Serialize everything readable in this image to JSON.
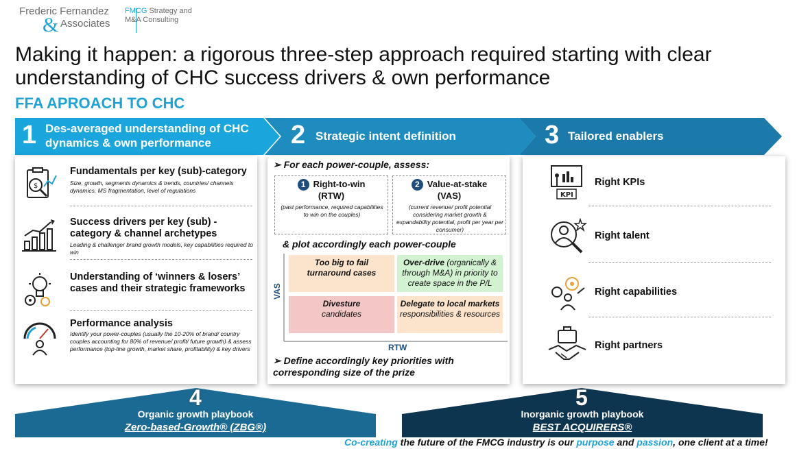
{
  "logo": {
    "line1": "Frederic Fernandez",
    "amp": "&",
    "line2": "Associates",
    "tag_highlight": "FMCG",
    "tag_rest": " Strategy and",
    "tag_line2": "M&A Consulting"
  },
  "title": "Making it happen: a rigorous three-step approach required starting with clear understanding of CHC success drivers & own performance",
  "subtitle": "FFA APROACH TO CHC",
  "steps": [
    {
      "num": "1",
      "label": "Des-averaged understanding of CHC dynamics & own performance"
    },
    {
      "num": "2",
      "label": "Strategic intent definition"
    },
    {
      "num": "3",
      "label": "Tailored enablers"
    }
  ],
  "panel1": {
    "items": [
      {
        "icon": "clipboard-magnifier-icon",
        "head": "Fundamentals per key (sub)-category",
        "desc": "Size, growth, segments dynamics & trends, countries/ channels dynamics, MS fragmentation, level of regulations"
      },
      {
        "icon": "growth-bars-icon",
        "head": "Success drivers per key (sub) -category & channel archetypes",
        "desc": "Leading & challenger brand growth models, key capabilities required to win"
      },
      {
        "icon": "lightbulb-gear-icon",
        "head": "Understanding of ‘winners & losers’ cases and their strategic frameworks",
        "desc": ""
      },
      {
        "icon": "gauge-person-icon",
        "head": "Performance analysis",
        "desc": "Identify your power-couples (usually the 10-20% of brand/ country couples accounting for 80% of revenue/ profit/ future growth) & assess performance (top-line growth, market share, profitability) & key drivers"
      }
    ]
  },
  "panel2": {
    "intro": "For each power-couple, assess:",
    "box1": {
      "num": "1",
      "title1": "Right-to-win",
      "title2": "(RTW)",
      "desc": "(past performance, required capabilities to win on the couples)"
    },
    "box2": {
      "num": "2",
      "title1": "Value-at-stake",
      "title2": "(VAS)",
      "desc": "(current revenue/ profit potential considering market growth & expandability potential, profit per year per consumer)"
    },
    "plot_text": "& plot accordingly each power-couple",
    "y_axis": "VAS",
    "x_axis": "RTW",
    "cells": {
      "top_left_bold": "Too big to fail",
      "top_left_rest": "turnaround cases",
      "top_right_bold": "Over-drive",
      "top_right_rest": " (organically & through M&A) in priority to create space in the P/L",
      "bottom_left_bold": "Divesture",
      "bottom_left_rest": "candidates",
      "bottom_right_bold": "Delegate to local markets",
      "bottom_right_rest": "responsibilities & resources"
    },
    "outro": "Define accordingly key priorities with corresponding size of the prize"
  },
  "panel3": {
    "items": [
      {
        "icon": "kpi-dashboard-icon",
        "label": "Right KPIs",
        "icon_text": "KPI"
      },
      {
        "icon": "talent-search-icon",
        "label": "Right talent"
      },
      {
        "icon": "capabilities-gears-icon",
        "label": "Right capabilities"
      },
      {
        "icon": "handshake-icon",
        "label": "Right partners"
      }
    ]
  },
  "bottom": [
    {
      "num": "4",
      "title": "Organic growth playbook",
      "sub": "Zero-based-Growth® (ZBG®)"
    },
    {
      "num": "5",
      "title": "Inorganic growth playbook",
      "sub": "BEST ACQUIRERS®"
    }
  ],
  "footer": {
    "p1": "Co-creating",
    "p2": " the future of the FMCG industry is our ",
    "p3": "purpose",
    "p4": " and ",
    "p5": "passion",
    "p6": ", one client at a time!"
  },
  "colors": {
    "brand_blue": "#1fa3d6",
    "chevron_dark": "#1f86b6",
    "navy": "#1d4e7e",
    "dark_teal": "#0e3550"
  }
}
